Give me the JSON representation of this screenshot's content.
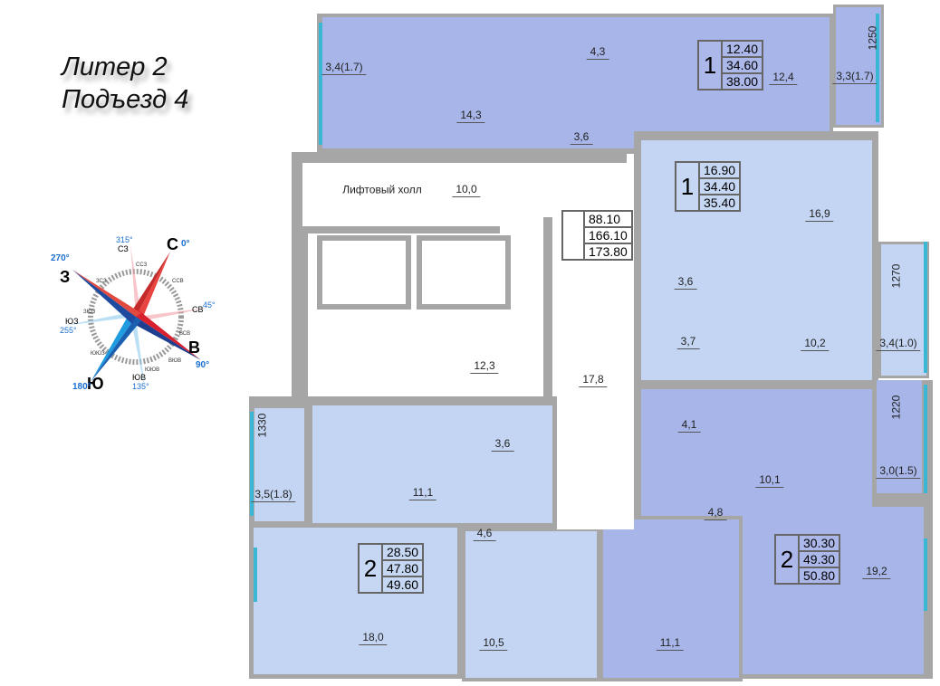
{
  "header": {
    "line1": "Литер 2",
    "line2": "Подъезд 4"
  },
  "compass": {
    "main": {
      "n": "С",
      "e": "В",
      "s": "Ю",
      "w": "З"
    },
    "main_deg": {
      "n": "0°",
      "e": "90°",
      "s": "180°",
      "w": "270°"
    },
    "inter": {
      "ne": "СВ",
      "se": "ЮВ",
      "sw": "ЮЗ",
      "nw": "СЗ"
    },
    "inter_deg": {
      "ne": "45°",
      "se": "135°",
      "sw": "255°",
      "nw": "315°"
    },
    "minor": [
      "ССЗ",
      "ССВ",
      "ВСВ",
      "ВЮВ",
      "ЮЮВ",
      "ЮЮЗ",
      "ЗЮЗ",
      "ЗСЗ"
    ]
  },
  "colors": {
    "apartment_dark": "#a7b5e8",
    "apartment_light": "#c3d5f3",
    "wall": "#a6a6a6",
    "window": "#3bb7d6"
  },
  "summary": {
    "v1": "88.10",
    "v2": "166.10",
    "v3": "173.80"
  },
  "common": {
    "lift_hall_label": "Лифтовый холл",
    "lift_hall_area": "10,0",
    "stairs_area": "12,3",
    "corridor_area": "17,8"
  },
  "apartments": [
    {
      "rooms": "1",
      "areas": [
        "12.40",
        "34.60",
        "38.00"
      ],
      "room_areas": [
        "3,4(1.7)",
        "14,3",
        "3,6",
        "4,3",
        "12,4",
        "3,3(1.7)"
      ],
      "dims": [
        "1250"
      ]
    },
    {
      "rooms": "1",
      "areas": [
        "16.90",
        "34.40",
        "35.40"
      ],
      "room_areas": [
        "16,9",
        "3,6",
        "3,7",
        "10,2",
        "3,4(1.0)"
      ],
      "dims": [
        "1270"
      ]
    },
    {
      "rooms": "2",
      "areas": [
        "30.30",
        "49.30",
        "50.80"
      ],
      "room_areas": [
        "4,1",
        "10,1",
        "3,0(1.5)",
        "4,8",
        "19,2",
        "11,1"
      ],
      "dims": [
        "1220"
      ]
    },
    {
      "rooms": "2",
      "areas": [
        "28.50",
        "47.80",
        "49.60"
      ],
      "room_areas": [
        "3,5(1.8)",
        "11,1",
        "3,6",
        "4,6",
        "18,0",
        "10,5"
      ],
      "dims": [
        "1330"
      ]
    }
  ]
}
